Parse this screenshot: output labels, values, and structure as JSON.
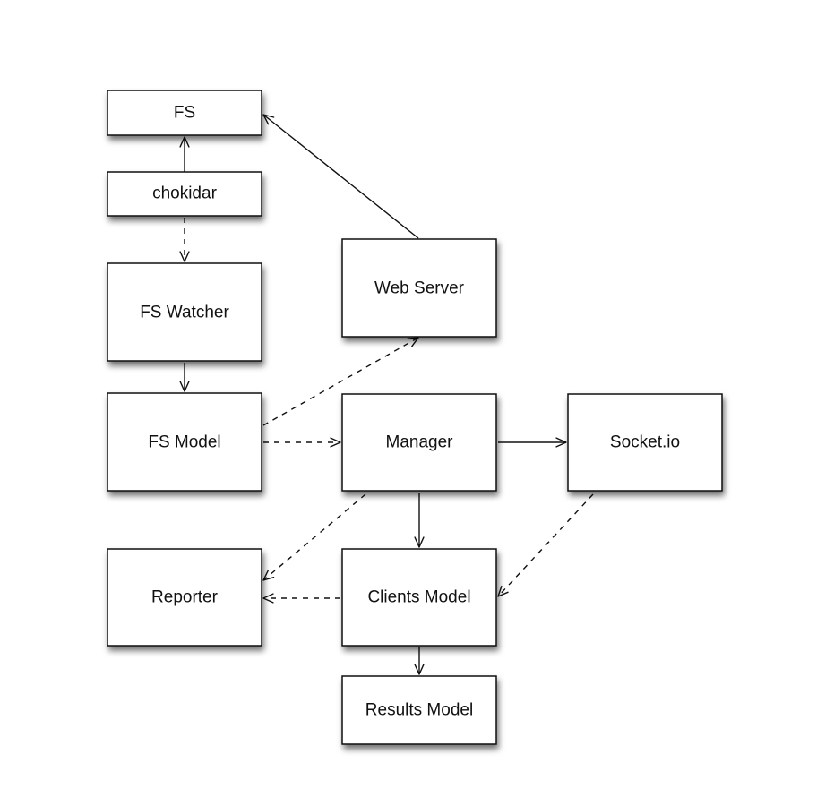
{
  "diagram": {
    "nodes": {
      "fs": {
        "label": "FS"
      },
      "chokidar": {
        "label": "chokidar"
      },
      "fs_watcher": {
        "label": "FS Watcher"
      },
      "fs_model": {
        "label": "FS Model"
      },
      "web_server": {
        "label": "Web Server"
      },
      "manager": {
        "label": "Manager"
      },
      "socket_io": {
        "label": "Socket.io"
      },
      "reporter": {
        "label": "Reporter"
      },
      "clients_model": {
        "label": "Clients Model"
      },
      "results_model": {
        "label": "Results Model"
      }
    },
    "edges": [
      {
        "from": "chokidar",
        "to": "fs",
        "style": "solid"
      },
      {
        "from": "chokidar",
        "to": "fs_watcher",
        "style": "dashed"
      },
      {
        "from": "fs_watcher",
        "to": "fs_model",
        "style": "solid"
      },
      {
        "from": "web_server",
        "to": "fs",
        "style": "solid"
      },
      {
        "from": "fs_model",
        "to": "web_server",
        "style": "dashed"
      },
      {
        "from": "fs_model",
        "to": "manager",
        "style": "dashed"
      },
      {
        "from": "manager",
        "to": "socket_io",
        "style": "solid"
      },
      {
        "from": "manager",
        "to": "reporter",
        "style": "dashed"
      },
      {
        "from": "manager",
        "to": "clients_model",
        "style": "solid"
      },
      {
        "from": "socket_io",
        "to": "clients_model",
        "style": "dashed"
      },
      {
        "from": "clients_model",
        "to": "reporter",
        "style": "dashed"
      },
      {
        "from": "clients_model",
        "to": "results_model",
        "style": "solid"
      }
    ]
  },
  "colors": {
    "stroke": "#111111",
    "box_fill": "#ffffff",
    "shadow": "#000000"
  }
}
